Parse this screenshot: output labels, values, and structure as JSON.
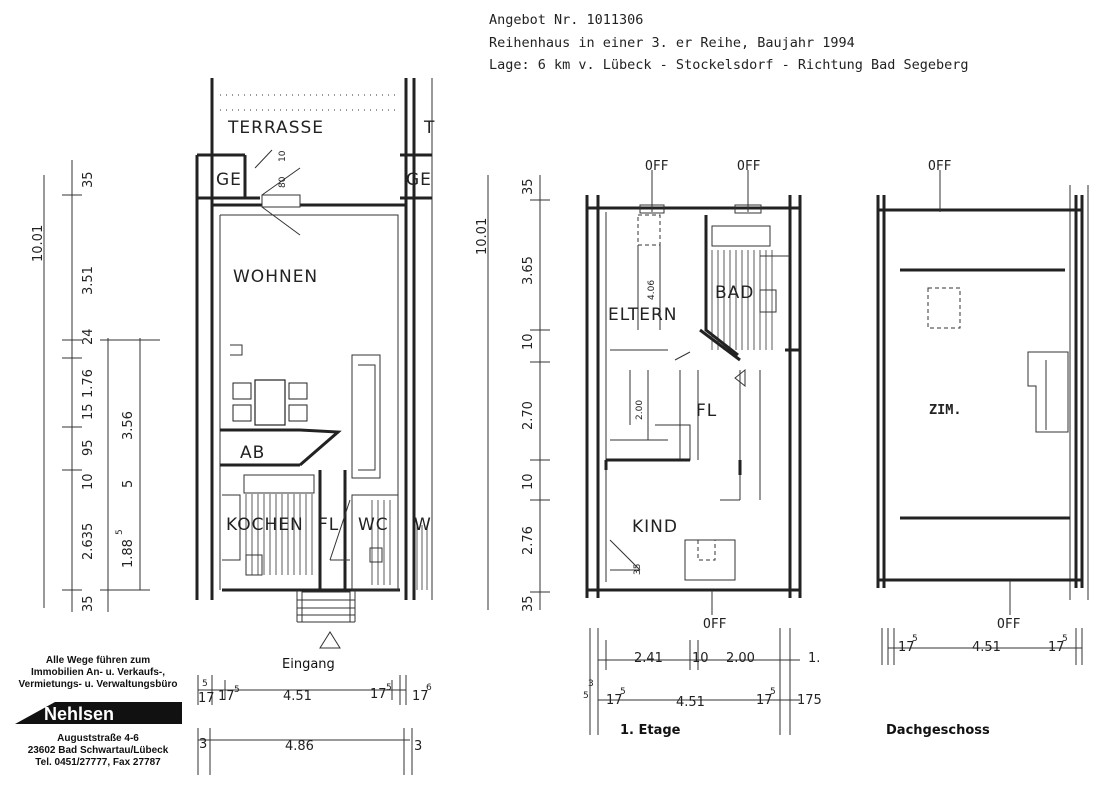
{
  "header": {
    "offer": "Angebot Nr. 1011306",
    "house": "Reihenhaus in einer 3. er Reihe, Baujahr 1994",
    "location": "Lage: 6 km v. Lübeck - Stockelsdorf - Richtung Bad Segeberg"
  },
  "ground_floor": {
    "rooms": {
      "terrasse": "TERRASSE",
      "terrasse_cut": "T",
      "ge_left": "GE",
      "ge_right": "GE",
      "wohnen": "WOHNEN",
      "ab": "AB",
      "kochen": "KOCHEN",
      "fl": "FL",
      "wc": "WC",
      "wc_cut": "W"
    },
    "small_dims": {
      "d10": "10",
      "d80": "80"
    },
    "side_dims": {
      "total": "10.01",
      "d35_top": "35",
      "d351": "3.51",
      "d24": "24",
      "d176": "1.76",
      "d195": "95",
      "d15a": "15",
      "d10": "10",
      "d2635": "2.635",
      "d35_bot": "35",
      "d356": "3.56",
      "d15b": "5",
      "d1885": "1.88",
      "d1885_sup": "5"
    },
    "entrance": "Eingang",
    "bottom_dims": {
      "left_end": "5",
      "left_edge": "17",
      "wall_left": "17",
      "wall_left_sup": "5",
      "inner": "4.51",
      "wall_right": "17",
      "wall_right_sup": "5",
      "right_end": "17",
      "right_end_sup": "6",
      "left_small": "3",
      "total": "4.86",
      "right_small": "3"
    },
    "floor_label": ""
  },
  "upper_floor": {
    "rooms": {
      "eltern": "ELTERN",
      "bad": "BAD",
      "fl": "FL",
      "kind": "KIND"
    },
    "window_labels": {
      "off1": "OFF",
      "off2": "OFF",
      "off3": "OFF"
    },
    "inner_dims": {
      "d406": "4.06",
      "d200": "2.00",
      "d35": "35"
    },
    "side_dims": {
      "total": "10.01",
      "d35_top": "35",
      "d365": "3.65",
      "d10a": "10",
      "d270": "2.70",
      "d10b": "10",
      "d276": "2.76",
      "d35_bot": "35"
    },
    "bottom_dims": {
      "d241": "2.41",
      "d10": "10",
      "d200": "2.00",
      "d1": "1.",
      "left": "17",
      "left_sup": "5",
      "inner": "4.51",
      "right": "17",
      "right_sup": "5",
      "right_end": "175",
      "left_end": "3",
      "marker": "5"
    },
    "floor_label": "1. Etage"
  },
  "attic": {
    "rooms": {
      "zim": "ZIM."
    },
    "window_labels": {
      "off_top": "OFF",
      "off_bottom": "OFF"
    },
    "bottom_dims": {
      "left": "17",
      "left_sup": "5",
      "inner": "4.51",
      "right": "17",
      "right_sup": "5"
    },
    "floor_label": "Dachgeschoss"
  },
  "agency": {
    "line1": "Alle Wege führen zum",
    "line2": "Immobilien An- u. Verkaufs-,",
    "line3": "Vermietungs- u. Verwaltungsbüro",
    "logo": "Nehlsen",
    "street": "Auguststraße 4-6",
    "city": "23602 Bad Schwartau/Lübeck",
    "phone": "Tel. 0451/27777, Fax 27787"
  },
  "colors": {
    "ink": "#222222",
    "paper": "#ffffff"
  }
}
